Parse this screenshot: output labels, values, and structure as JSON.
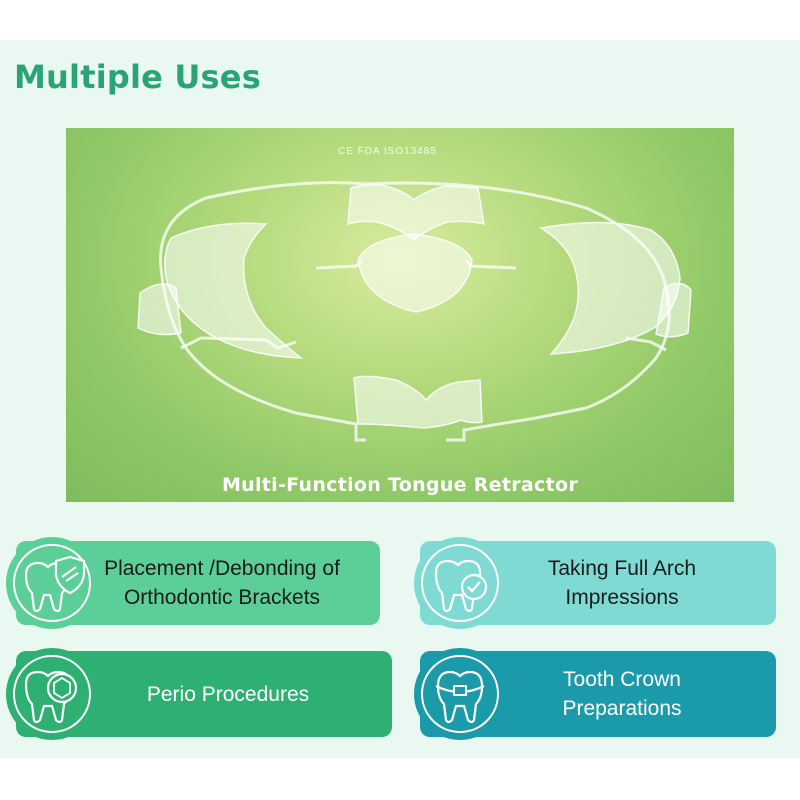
{
  "heading": "Multiple Uses",
  "photo": {
    "marks": "CE FDA ISO13485",
    "caption": "Multi-Function Tongue Retractor"
  },
  "uses": [
    {
      "line1": "Placement /Debonding of",
      "line2": "Orthodontic Brackets",
      "icon": "tooth-shield-icon"
    },
    {
      "line1": "Taking Full Arch",
      "line2": "Impressions",
      "icon": "tooth-check-icon"
    },
    {
      "line1": "Perio Procedures",
      "line2": "",
      "icon": "tooth-gem-icon"
    },
    {
      "line1": "Tooth Crown",
      "line2": "Preparations",
      "icon": "tooth-crown-icon"
    }
  ],
  "colors": {
    "heading": "#2aa477",
    "card_1": "#5ccf98",
    "card_2": "#7fdad4",
    "card_3": "#2eb072",
    "card_4": "#1b9aa9"
  }
}
